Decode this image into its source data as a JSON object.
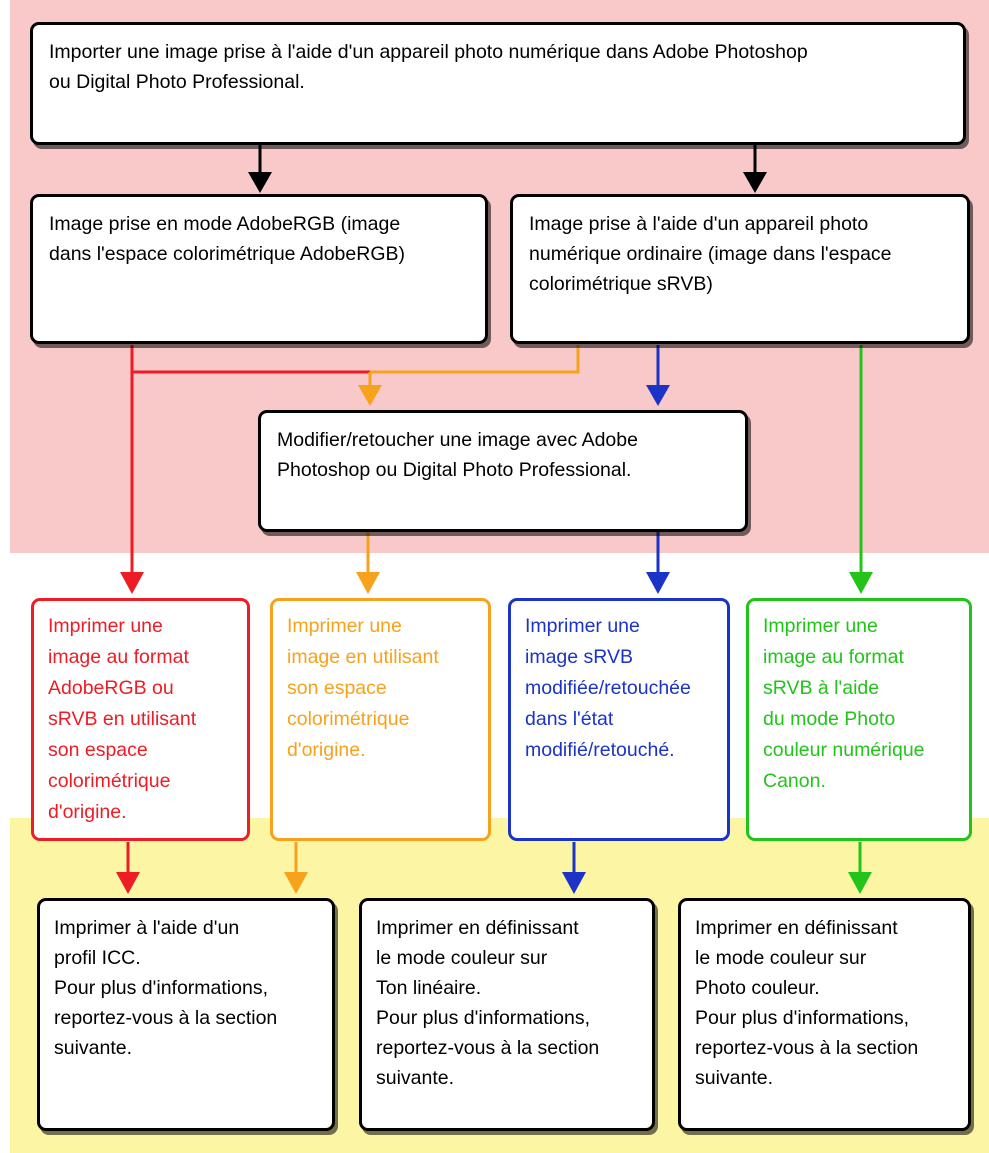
{
  "colors": {
    "top_band": "#f9c8c8",
    "bottom_band": "#fcf6a4",
    "red": "#ee1c24",
    "orange": "#f7a21c",
    "blue": "#1b33c6",
    "green": "#22c41a",
    "black": "#000000"
  },
  "nodes": {
    "import": "Importer une image prise à l'aide d'un appareil photo numérique dans Adobe Photoshop\nou Digital Photo Professional.",
    "adobergb_image": "Image prise en mode AdobeRGB (image\ndans l'espace colorimétrique AdobeRGB)",
    "srvb_image": "Image prise à l'aide d'un appareil photo\nnumérique ordinaire (image dans l'espace\ncolorimétrique sRVB)",
    "edit": "Modifier/retoucher une image avec Adobe\nPhotoshop ou Digital Photo Professional.",
    "print_red": "Imprimer une\nimage au format\nAdobeRGB ou\nsRVB en utilisant\nson espace\ncolorimétrique\nd'origine.",
    "print_orange": "Imprimer une\nimage en utilisant\nson espace\ncolorimétrique\nd'origine.",
    "print_blue": "Imprimer une\nimage sRVB\nmodifiée/retouchée\ndans l'état\nmodifié/retouché.",
    "print_green": "Imprimer une\nimage au format\nsRVB à l'aide\ndu mode Photo\ncouleur numérique\nCanon.",
    "icc_profile": "Imprimer à l'aide d'un\nprofil ICC.\nPour plus d'informations,\nreportez-vous à la section\nsuivante.",
    "linear_tone": "Imprimer en définissant\nle mode couleur sur\nTon linéaire.\nPour plus d'informations,\nreportez-vous à la section\nsuivante.",
    "photo_color": "Imprimer en définissant\nle mode couleur sur\nPhoto couleur.\nPour plus d'informations,\nreportez-vous à la section\nsuivante."
  }
}
